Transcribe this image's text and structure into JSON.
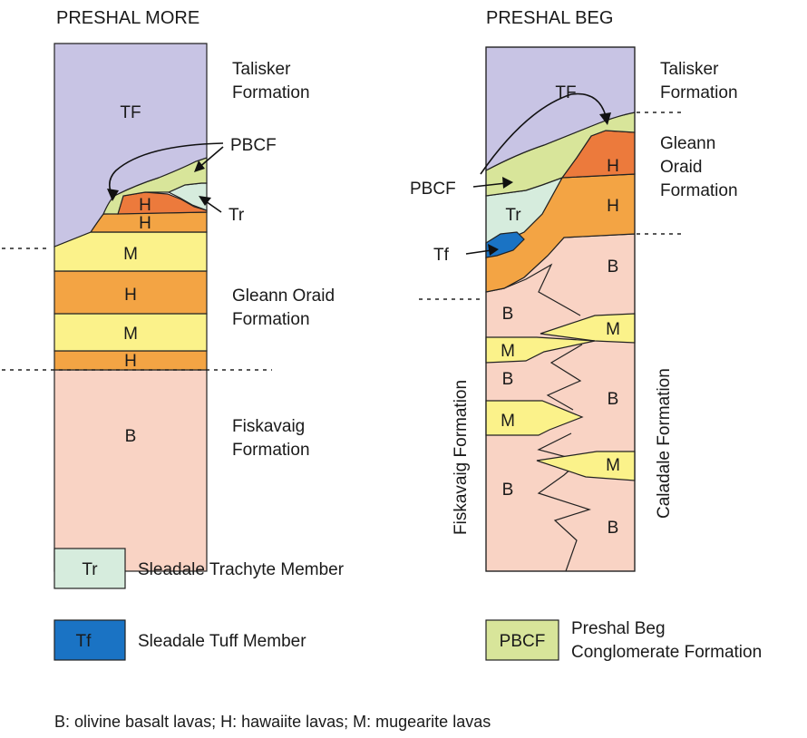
{
  "titles": {
    "left": "PRESHAL MORE",
    "right": "PRESHAL BEG"
  },
  "left_column": {
    "units": {
      "tf": "TF",
      "h_top": "H",
      "h_second": "H",
      "m_upper": "M",
      "h_middle": "H",
      "m_lower": "M",
      "h_lower": "H",
      "b": "B"
    },
    "labels": {
      "talisker_1": "Talisker",
      "talisker_2": "Formation",
      "pbcf": "PBCF",
      "tr": "Tr",
      "gleann_1": "Gleann Oraid",
      "gleann_2": "Formation",
      "fiskavaig_1": "Fiskavaig",
      "fiskavaig_2": "Formation"
    }
  },
  "right_column": {
    "units": {
      "tf": "TF",
      "h_upper": "H",
      "h_lower": "H",
      "tr": "Tr",
      "b_upper_right": "B",
      "b_left_1": "B",
      "m_right_1": "M",
      "m_left_1": "M",
      "b_left_2": "B",
      "b_right_2": "B",
      "m_left_2": "M",
      "m_right_2": "M",
      "b_left_3": "B",
      "b_right_3": "B"
    },
    "labels": {
      "talisker_1": "Talisker",
      "talisker_2": "Formation",
      "gleann_1": "Gleann",
      "gleann_2": "Oraid",
      "gleann_3": "Formation",
      "pbcf": "PBCF",
      "tf_tuff": "Tf",
      "fiskavaig_vertical": "Fiskavaig Formation",
      "caladale_vertical": "Caladale Formation"
    }
  },
  "legend": [
    {
      "code": "Tr",
      "label": "Sleadale Trachyte Member",
      "color": "#d6ecdd"
    },
    {
      "code": "Tf",
      "label": "Sleadale Tuff Member",
      "color": "#1a73c4"
    },
    {
      "code": "PBCF",
      "label_1": "Preshal Beg",
      "label_2": "Conglomerate Formation",
      "color": "#d8e59a"
    }
  ],
  "caption": "B: olivine basalt lavas; H: hawaiite lavas; M: mugearite lavas",
  "colors": {
    "talisker": "#c8c4e4",
    "hawaiite_dark": "#ec7a3c",
    "hawaiite": "#f3a444",
    "mugearite": "#fbf28a",
    "basalt": "#f9d3c4",
    "trachyte": "#d6ecdd",
    "tuff": "#1a73c4",
    "conglomerate": "#d8e59a"
  }
}
